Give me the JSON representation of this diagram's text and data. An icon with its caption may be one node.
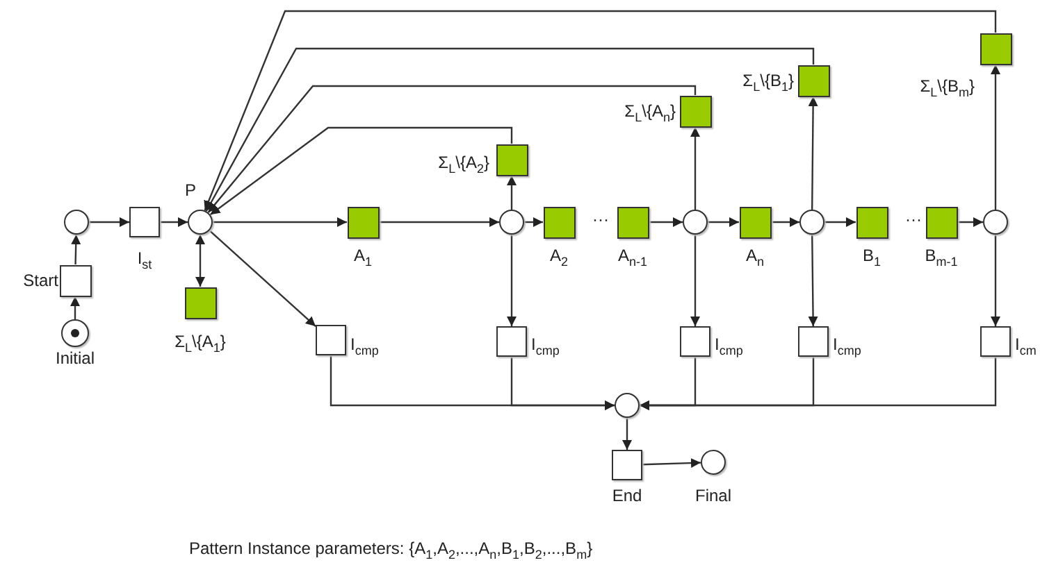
{
  "diagram": {
    "nodes": [
      {
        "text": [],
        "shape": "circle",
        "beside": [
          "Initial"
        ]
      },
      {
        "text": [],
        "shape": "box",
        "beside": [
          "Start"
        ]
      },
      {
        "text": [],
        "shape": "circle"
      },
      {
        "text": [],
        "shape": "box",
        "beside": [
          "I$_{st}$"
        ]
      },
      {
        "text": [],
        "shape": "circle",
        "beside": [
          "P"
        ]
      },
      {
        "text": [],
        "shape": "box",
        "beside": [
          "Σ$_{L}$\\{A$_{1}$}"
        ]
      },
      {
        "text": [],
        "shape": "box",
        "beside": [
          "A$_{1}$"
        ]
      },
      {
        "text": [],
        "shape": "circle"
      },
      {
        "text": [],
        "shape": "box",
        "beside": [
          "Σ$_{L}$\\{A$_{2}$}"
        ]
      },
      {
        "text": [],
        "shape": "box",
        "beside": [
          "A$_{2}$"
        ]
      },
      {
        "text": [],
        "shape": "box",
        "beside": [
          "A$_{n-1}$"
        ]
      },
      {
        "text": [],
        "shape": "circle"
      },
      {
        "text": [],
        "shape": "box",
        "beside": [
          "Σ$_{L}$\\{A$_{n}$}"
        ]
      },
      {
        "text": [],
        "shape": "box",
        "beside": [
          "A$_{n}$"
        ]
      },
      {
        "text": [],
        "shape": "circle"
      },
      {
        "text": [],
        "shape": "box",
        "beside": [
          "Σ$_{L}$\\{B$_{1}$}"
        ]
      },
      {
        "text": [],
        "shape": "box",
        "beside": [
          "B$_{1}$"
        ]
      },
      {
        "text": [],
        "shape": "box",
        "beside": [
          "B$_{m-1}$"
        ]
      },
      {
        "text": [],
        "shape": "circle"
      },
      {
        "text": [],
        "shape": "box",
        "beside": [
          "Σ$_{L}$\\{B$_{m}$}"
        ]
      },
      {
        "text": [],
        "shape": "box",
        "beside": [
          "I$_{cmp}$"
        ]
      },
      {
        "text": [],
        "shape": "box",
        "beside": [
          "I$_{cmp}$"
        ]
      },
      {
        "text": [],
        "shape": "box",
        "beside": [
          "I$_{cmp}$"
        ]
      },
      {
        "text": [],
        "shape": "box",
        "beside": [
          "I$_{cmp}$"
        ]
      },
      {
        "text": [],
        "shape": "box",
        "beside": [
          "I$_{cm}$"
        ]
      },
      {
        "text": [],
        "shape": "circle"
      },
      {
        "text": [],
        "shape": "box",
        "beside": [
          "End"
        ]
      },
      {
        "text": [],
        "shape": "circle",
        "beside": [
          "Final"
        ]
      }
    ],
    "edges": [
      {
        "from": 0,
        "to": 1,
        "arrow": "to"
      },
      {
        "from": 1,
        "to": 2,
        "arrow": "to"
      },
      {
        "from": 2,
        "to": 3,
        "arrow": "to"
      },
      {
        "from": 3,
        "to": 4,
        "arrow": "to"
      },
      {
        "from": 4,
        "to": 5,
        "arrow": "both"
      },
      {
        "from": 4,
        "to": 6,
        "arrow": "to"
      },
      {
        "from": 4,
        "to": 20,
        "arrow": "to"
      },
      {
        "from": 6,
        "to": 7,
        "arrow": "to"
      },
      {
        "from": 7,
        "to": 8,
        "arrow": "to"
      },
      {
        "from": 7,
        "to": 9,
        "arrow": "to"
      },
      {
        "from": 7,
        "to": 21,
        "arrow": "to"
      },
      {
        "from": 10,
        "to": 11,
        "arrow": "to"
      },
      {
        "from": 11,
        "to": 12,
        "arrow": "to"
      },
      {
        "from": 11,
        "to": 13,
        "arrow": "to"
      },
      {
        "from": 11,
        "to": 22,
        "arrow": "to"
      },
      {
        "from": 13,
        "to": 14,
        "arrow": "to"
      },
      {
        "from": 14,
        "to": 15,
        "arrow": "to"
      },
      {
        "from": 14,
        "to": 16,
        "arrow": "to"
      },
      {
        "from": 14,
        "to": 23,
        "arrow": "to"
      },
      {
        "from": 17,
        "to": 18,
        "arrow": "to"
      },
      {
        "from": 18,
        "to": 19,
        "arrow": "to"
      },
      {
        "from": 18,
        "to": 24,
        "arrow": "to"
      },
      {
        "from": 8,
        "to": 4,
        "arrow": "to"
      },
      {
        "from": 12,
        "to": 4,
        "arrow": "to"
      },
      {
        "from": 15,
        "to": 4,
        "arrow": "to"
      },
      {
        "from": 19,
        "to": 4,
        "arrow": "to"
      },
      {
        "from": 20,
        "to": 25,
        "arrow": "to"
      },
      {
        "from": 21,
        "to": 25,
        "arrow": "to"
      },
      {
        "from": 22,
        "to": 25,
        "arrow": "to"
      },
      {
        "from": 23,
        "to": 25,
        "arrow": "to"
      },
      {
        "from": 24,
        "to": 25,
        "arrow": "to"
      },
      {
        "from": 25,
        "to": 26,
        "arrow": "to"
      },
      {
        "from": 26,
        "to": 27,
        "arrow": "to"
      }
    ],
    "labels": [
      "···",
      "···",
      "Pattern Instance parameters: {A$_{1}$,A$_{2}$,...,A$_{n}$,B$_{1}$,B$_{2}$,...,B$_{m}$}"
    ]
  }
}
